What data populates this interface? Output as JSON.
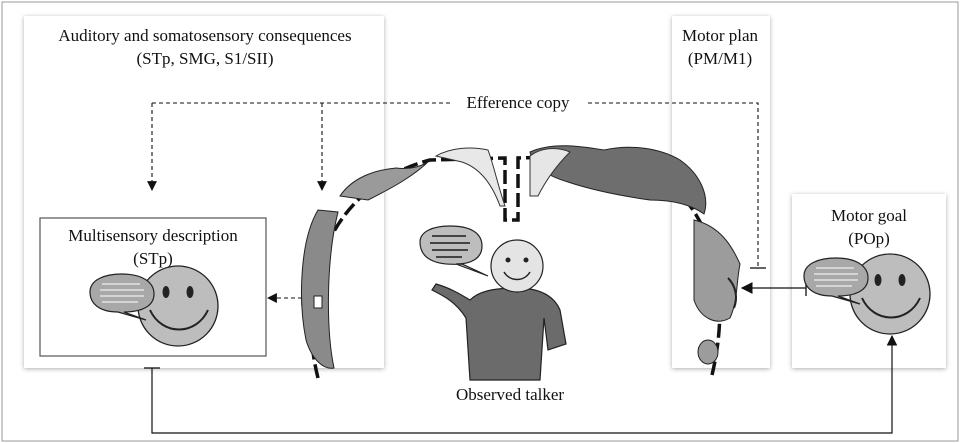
{
  "panels": {
    "auditory": {
      "title_line1": "Auditory and somatosensory consequences",
      "title_line2": "(STp, SMG, S1/SII)"
    },
    "multisensory": {
      "title_line1": "Multisensory description",
      "title_line2": "(STp)"
    },
    "motor_plan": {
      "title_line1": "Motor plan",
      "title_line2": "(PM/M1)"
    },
    "motor_goal": {
      "title_line1": "Motor goal",
      "title_line2": "(POp)"
    }
  },
  "labels": {
    "efference_copy": "Efference copy",
    "observed_talker": "Observed talker"
  },
  "colors": {
    "panel_fill": "#ffffff",
    "panel_shadow": "#c8c8c8",
    "figure_gray": "#6b6b6b",
    "face_gray": "#bdbdbd",
    "bubble_gray": "#a8a8a8",
    "line": "#111111"
  }
}
